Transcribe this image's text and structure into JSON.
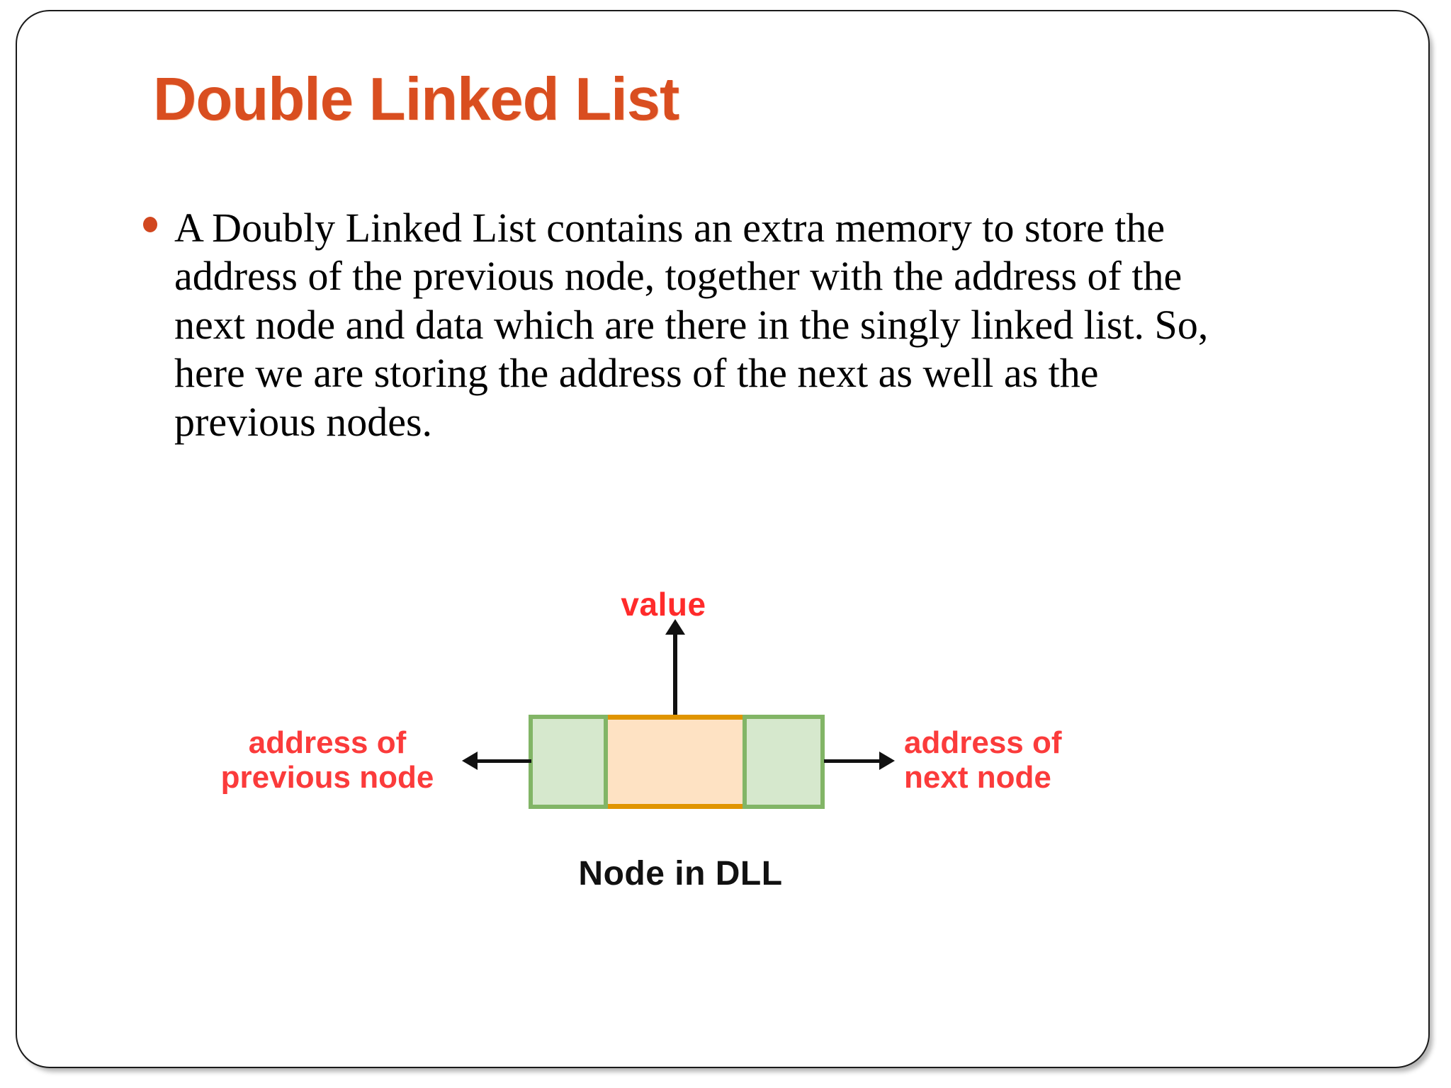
{
  "slide": {
    "title": "Double Linked List",
    "title_color": "#D94E20",
    "background_color": "#FFFFFF",
    "border_color": "#1A1A1A"
  },
  "body": {
    "bullet_glyph": "bullet-dot",
    "bullet_color": "#D1471F",
    "paragraph": "A Doubly Linked List contains an extra memory to store the address of the previous node, together with the address of the next node and data which are there in the singly linked list. So, here we are storing the address of the next as well as the previous nodes."
  },
  "diagram": {
    "value_label": "value",
    "value_label_color": "#FF2B2B",
    "prev_label_line1": "address of",
    "prev_label_line2": "previous node",
    "next_label_line1": "address of",
    "next_label_line2": "next node",
    "pointer_label_color": "#FB3B3B",
    "caption": "Node in DLL",
    "caption_color": "#111111",
    "cells": [
      {
        "name": "prev-pointer",
        "fill": "#D6E8CD",
        "stroke": "#82B566"
      },
      {
        "name": "data",
        "fill": "#FEE2C3",
        "stroke": "#E09500"
      },
      {
        "name": "next-pointer",
        "fill": "#D6E8CD",
        "stroke": "#82B566"
      }
    ],
    "arrows": [
      {
        "name": "value-arrow",
        "direction": "up"
      },
      {
        "name": "prev-arrow",
        "direction": "left"
      },
      {
        "name": "next-arrow",
        "direction": "right"
      }
    ]
  }
}
